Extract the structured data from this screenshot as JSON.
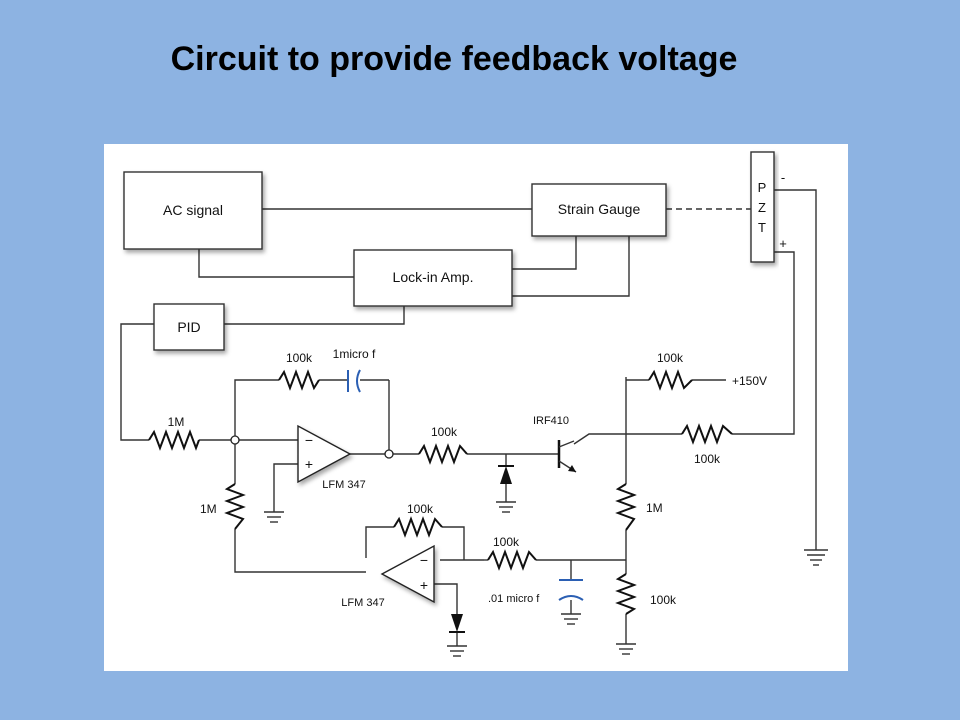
{
  "title": "Circuit to provide feedback voltage",
  "diagram": {
    "blocks": {
      "ac_signal": "AC signal",
      "strain_gauge": "Strain Gauge",
      "lockin": "Lock-in Amp.",
      "pid": "PID"
    },
    "pzt": {
      "p": "P",
      "z": "Z",
      "t": "T",
      "minus": "-",
      "plus": "+"
    },
    "components": {
      "r_input": "1M",
      "r_feedback_top": "100k",
      "c_feedback_top": "1micro f",
      "opamp_top": "LFM 347",
      "opamp_top_minus": "−",
      "opamp_top_plus": "+",
      "r_series": "100k",
      "transistor": "IRF410",
      "r_supply": "100k",
      "supply": "+150V",
      "r_pzt": "100k",
      "r_ground_left": "1M",
      "r_divider_top": "1M",
      "r_divider_bottom": "100k",
      "r_feedback_bottom": "100k",
      "r_filter": "100k",
      "c_filter": ".01 micro f",
      "opamp_bottom": "LFM 347",
      "opamp_bottom_minus": "−",
      "opamp_bottom_plus": "+"
    }
  }
}
